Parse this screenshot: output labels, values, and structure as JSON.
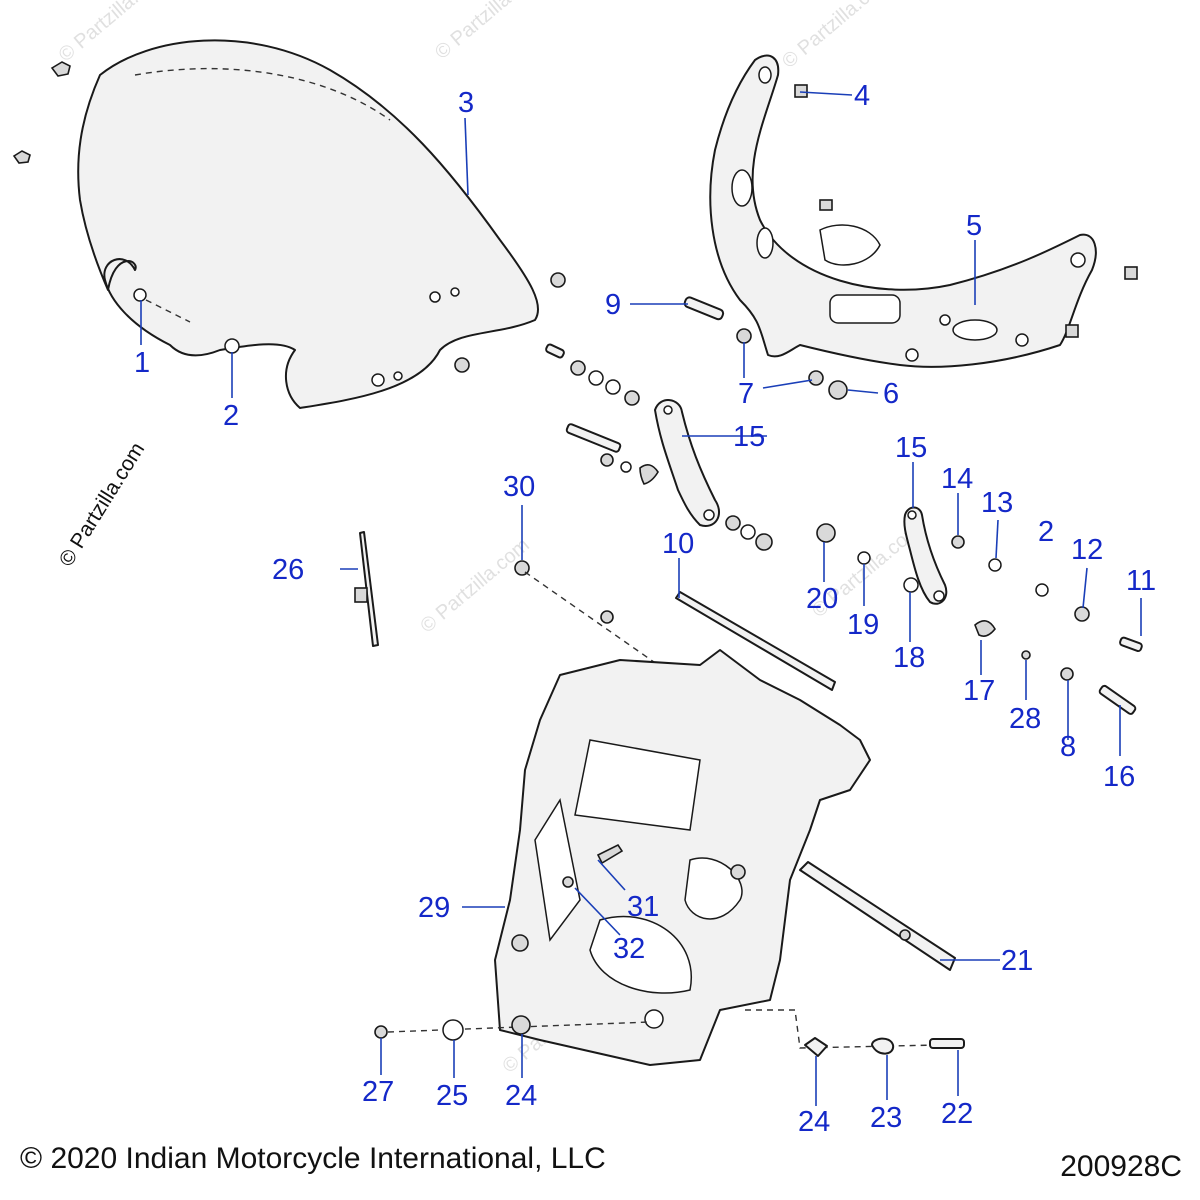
{
  "footer": {
    "copyright": "© 2020 Indian Motorcycle International, LLC",
    "diagram_id": "200928C"
  },
  "watermark": "© Partzilla.com",
  "side_watermark": "© Partzilla.com",
  "callouts": {
    "c1": "1",
    "c2a": "2",
    "c2b": "2",
    "c3": "3",
    "c4": "4",
    "c5": "5",
    "c6": "6",
    "c7": "7",
    "c8": "8",
    "c9": "9",
    "c10": "10",
    "c11": "11",
    "c12": "12",
    "c13": "13",
    "c14": "14",
    "c15a": "15",
    "c15b": "15",
    "c16": "16",
    "c17": "17",
    "c18": "18",
    "c19": "19",
    "c20": "20",
    "c21": "21",
    "c22": "22",
    "c23": "23",
    "c24a": "24",
    "c24b": "24",
    "c25": "25",
    "c26": "26",
    "c27": "27",
    "c28": "28",
    "c29": "29",
    "c30": "30",
    "c31": "31",
    "c32": "32"
  },
  "colors": {
    "callout": "#1428c8",
    "line": "#1a1a1a"
  }
}
